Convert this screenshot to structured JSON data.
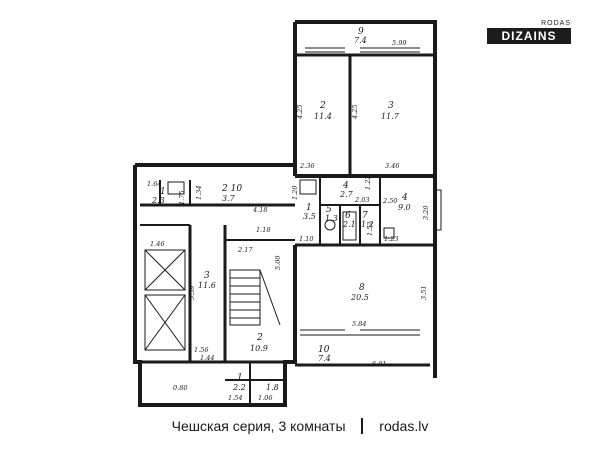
{
  "logo": {
    "top": "RODAS",
    "main": "DIZAINS"
  },
  "caption": {
    "series": "Чешская серия, 3 комнаты",
    "site": "rodas.lv"
  },
  "rooms": {
    "r1": {
      "num": "1",
      "area": "3.5"
    },
    "r1b": {
      "num": "1",
      "area": "2.3"
    },
    "r2": {
      "num": "2",
      "area": "11.4"
    },
    "r2b": {
      "num": "2",
      "area": "10.9"
    },
    "r3": {
      "num": "3",
      "area": "11.7"
    },
    "r3b": {
      "num": "3",
      "area": "11.6"
    },
    "r4": {
      "num": "4",
      "area": "9.0"
    },
    "r4b": {
      "num": "4",
      "area": "2.7"
    },
    "r5": {
      "num": "5",
      "area": "1.3"
    },
    "r6": {
      "num": "6",
      "area": "2.1"
    },
    "r7": {
      "num": "7",
      "area": "1.2"
    },
    "r8": {
      "num": "8",
      "area": "20.5"
    },
    "r9": {
      "num": "9",
      "area": "7.4"
    },
    "r10": {
      "num": "10",
      "area": "7.4"
    },
    "r10b": {
      "num": "2 10",
      "area": "3.7"
    },
    "r11": {
      "num": "1",
      "area": "2.2"
    },
    "r12": {
      "num": "1.8",
      "area": ""
    }
  },
  "dims": {
    "d_599": "5.99",
    "d_425a": "4.25",
    "d_425b": "4.25",
    "d_236": "2.36",
    "d_346": "3.46",
    "d_164": "1.64",
    "d_134": "1.34",
    "d_418": "4.18",
    "d_203": "2.03",
    "d_122": "1.22",
    "d_250": "2.50",
    "d_320": "3.20",
    "d_110": "1.10",
    "d_217": "2.17",
    "d_500": "5.00",
    "d_559": "5.59",
    "d_146": "1.46",
    "d_156": "1.56",
    "d_351": "3.51",
    "d_584": "5.84",
    "d_601": "6.01",
    "d_144": "1.44",
    "d_154": "1.54",
    "d_106": "1.06",
    "d_080": "0.80",
    "d_175": "1.75",
    "d_120": "1.20",
    "d_152": "1.52",
    "d_123": "1.23",
    "d_118": "1.18"
  }
}
